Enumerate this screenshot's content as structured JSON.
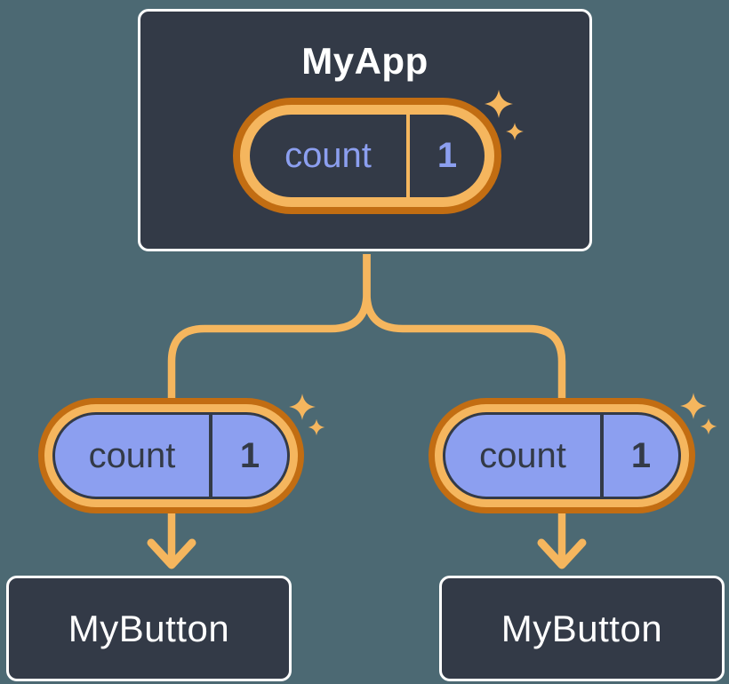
{
  "colors": {
    "background": "#4C6973",
    "panel": "#333A47",
    "white": "#FFFFFF",
    "orangeDark": "#C26D12",
    "orangeLight": "#F5B65E",
    "purple": "#8C9FF0",
    "navy": "#333A47"
  },
  "diagram": {
    "root": {
      "title": "MyApp",
      "state_pill": {
        "label": "count",
        "value": "1"
      }
    },
    "branches": [
      {
        "prop_pill": {
          "label": "count",
          "value": "1"
        },
        "child": {
          "title": "MyButton"
        }
      },
      {
        "prop_pill": {
          "label": "count",
          "value": "1"
        },
        "child": {
          "title": "MyButton"
        }
      }
    ]
  }
}
